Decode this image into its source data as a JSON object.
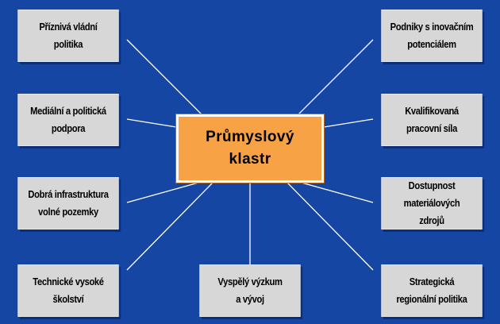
{
  "colors": {
    "background": "#1646a3",
    "box_fill": "#d7d7d7",
    "center_fill": "#f7a245",
    "line": "#ffffff"
  },
  "center": {
    "label": "Průmyslový\nklastr"
  },
  "factors": [
    {
      "id": "favorable-policy",
      "label": "Příznivá vládní\npolitika"
    },
    {
      "id": "innovative-businesses",
      "label": "Podniky s inovačním\npotenciálem"
    },
    {
      "id": "media-political-support",
      "label": "Mediální a politická\npodpora"
    },
    {
      "id": "qualified-workforce",
      "label": "Kvalifikovaná\npracovní síla"
    },
    {
      "id": "infrastructure-land",
      "label": "Dobrá infrastruktura\nvolné pozemky"
    },
    {
      "id": "material-resources",
      "label": "Dostupnost materiálových\nzdrojů"
    },
    {
      "id": "technical-universities",
      "label": "Technické vysoké\nškolství"
    },
    {
      "id": "advanced-research",
      "label": "Vyspělý výzkum\na vývoj"
    },
    {
      "id": "regional-policy",
      "label": "Strategická\nregionální politika"
    }
  ]
}
